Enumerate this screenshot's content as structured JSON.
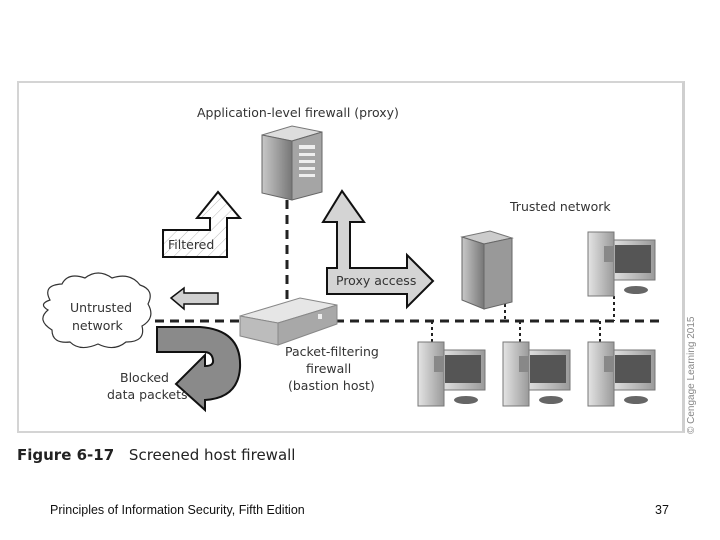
{
  "figure": {
    "number": "Figure 6-17",
    "title": "Screened host firewall",
    "copyright": "© Cengage Learning 2015",
    "labels": {
      "proxy": "Application-level firewall (proxy)",
      "trusted": "Trusted network",
      "filtered": "Filtered",
      "proxy_access": "Proxy access",
      "untrusted_line1": "Untrusted",
      "untrusted_line2": "network",
      "blocked_line1": "Blocked",
      "blocked_line2": "data packets",
      "packet_line1": "Packet-filtering",
      "packet_line2": "firewall",
      "packet_line3": "(bastion host)"
    }
  },
  "footer": {
    "book_title": "Principles of Information Security, Fifth Edition",
    "page_number": "37"
  }
}
